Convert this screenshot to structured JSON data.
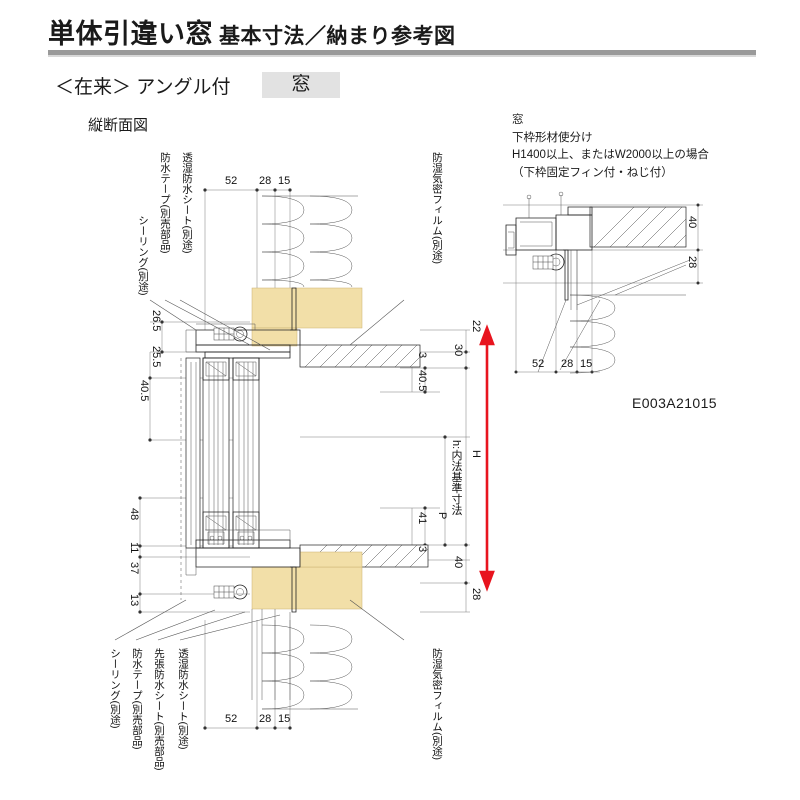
{
  "header": {
    "title_main": "単体引違い窓",
    "title_sub": "基本寸法／納まり参考図",
    "subhead": "＜在来＞ アングル付",
    "badge": "窓",
    "section_name": "縦断面図"
  },
  "note": {
    "line1": "窓",
    "line2": "下枠形材使分け",
    "line3": "H1400以上、またはW2000以上の場合",
    "line4": "（下枠固定フィン付・ねじ付）"
  },
  "drawing_code": "E003A21015",
  "main_drawing": {
    "top_dims": [
      "52",
      "28",
      "15"
    ],
    "bottom_dims": [
      "52",
      "28",
      "15"
    ],
    "left_dims_upper": [
      "26.5",
      "25.5",
      "40.5"
    ],
    "left_dims_lower": [
      "48",
      "11",
      "37",
      "13"
    ],
    "right_dims": [
      "22",
      "30",
      "3",
      "40.5",
      "41",
      "3",
      "40",
      "28"
    ],
    "right_labels": {
      "inner_height": "h:内法基準寸法",
      "pitch": "P",
      "overall_height": "H"
    },
    "callouts_top": [
      "シーリング(別途)",
      "防水テープ(別売部品)",
      "透湿防水シート(別途)",
      "防湿気密フィルム(別途)"
    ],
    "callouts_bottom": [
      "シーリング(別途)",
      "防水テープ(別売部品)",
      "先張防水シート(別売部品)",
      "透湿防水シート(別途)",
      "防湿気密フィルム(別途)"
    ]
  },
  "detail_drawing": {
    "right_dims": [
      "40",
      "28"
    ],
    "bottom_dims": [
      "52",
      "28",
      "15"
    ]
  },
  "colors": {
    "insulation": "#f2dfa8",
    "accent_red": "#e8141e",
    "rule_gray": "#9a9a9a",
    "badge_gray": "#e2e2e2"
  }
}
